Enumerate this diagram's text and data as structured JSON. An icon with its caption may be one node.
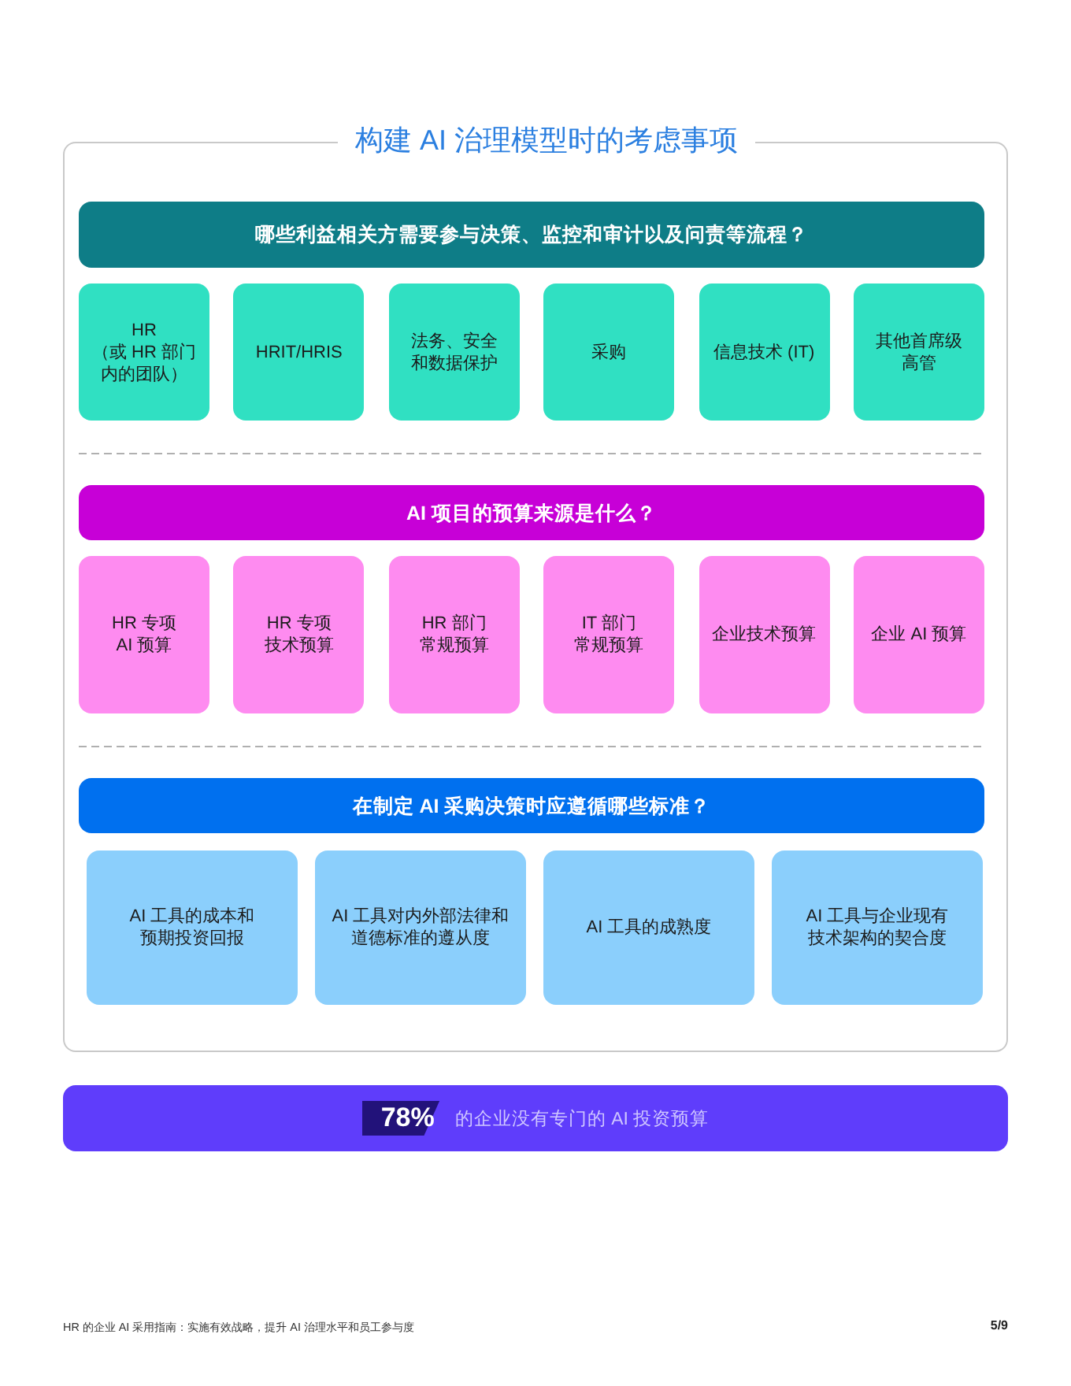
{
  "diagram": {
    "title": "构建 AI 治理模型时的考虑事项",
    "nodes": [
      {
        "text": [],
        "shape": "box"
      },
      {
        "text": [
          "哪些利益相关方需要参与决策、监控和审计以及问责等流程？"
        ],
        "in": 0
      },
      {
        "text": [
          "HR",
          "（或 HR 部门内的团队）"
        ],
        "in": 0
      },
      {
        "text": [
          "HRIT/HRIS"
        ],
        "in": 0
      },
      {
        "text": [
          "法务、安全和数据保护"
        ],
        "in": 0
      },
      {
        "text": [
          "采购"
        ],
        "in": 0
      },
      {
        "text": [
          "信息技术 (IT)"
        ],
        "in": 0
      },
      {
        "text": [
          "其他首席级高管"
        ],
        "in": 0
      },
      {
        "text": [
          "AI 项目的预算来源是什么？"
        ],
        "in": 0
      },
      {
        "text": [
          "HR 专项 AI 预算"
        ],
        "in": 0
      },
      {
        "text": [
          "HR 专项技术预算"
        ],
        "in": 0
      },
      {
        "text": [
          "HR 部门常规预算"
        ],
        "in": 0
      },
      {
        "text": [
          "IT 部门常规预算"
        ],
        "in": 0
      },
      {
        "text": [
          "企业技术预算"
        ],
        "in": 0
      },
      {
        "text": [
          "企业 AI 预算"
        ],
        "in": 0
      },
      {
        "text": [
          "在制定 AI 采购决策时应遵循哪些标准？"
        ],
        "in": 0
      },
      {
        "text": [
          "AI 工具的成本和预期投资回报"
        ],
        "in": 0
      },
      {
        "text": [
          "AI 工具对内外部法律和道德标准的遵从度"
        ],
        "in": 0
      },
      {
        "text": [
          "AI 工具的成熟度"
        ],
        "in": 0
      },
      {
        "text": [
          "AI 工具与企业现有技术架构的契合度"
        ],
        "in": 0
      },
      {
        "text": [
          "78%",
          "的企业没有专门的 AI 投资预算"
        ]
      }
    ],
    "labels": [
      "HR 的企业 AI 采用指南：实施有效战略，提升 AI 治理水平和员工参与度",
      "5/9"
    ]
  }
}
